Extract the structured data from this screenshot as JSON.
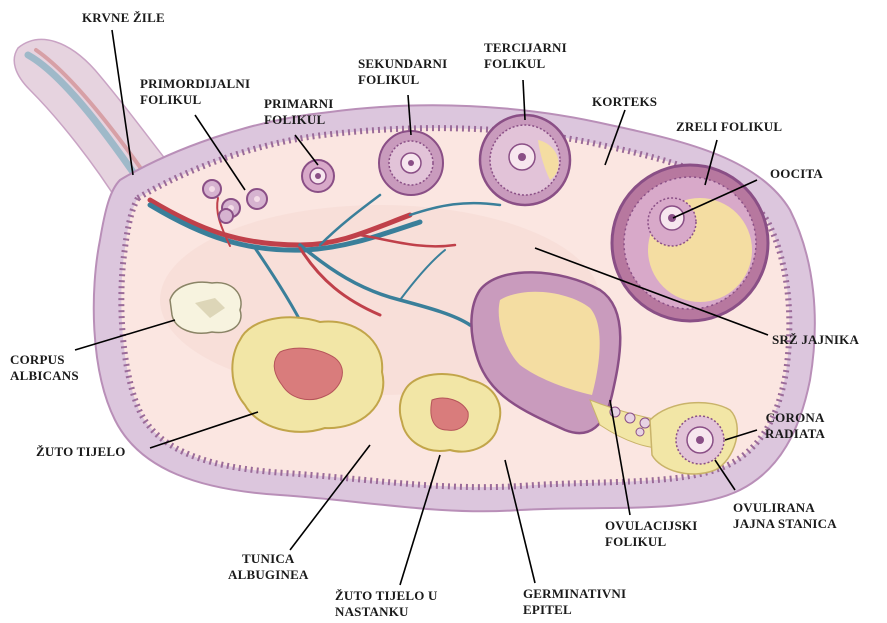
{
  "labels": {
    "krvne_zile": [
      "KRVNE ŽILE"
    ],
    "primordijalni": [
      "PRIMORDIJALNI",
      "FOLIKUL"
    ],
    "primarni": [
      "PRIMARNI",
      "FOLIKUL"
    ],
    "sekundarni": [
      "SEKUNDARNI",
      "FOLIKUL"
    ],
    "tercijarni": [
      "TERCIJARNI",
      "FOLIKUL"
    ],
    "korteks": [
      "KORTEKS"
    ],
    "zreli": [
      "ZRELI FOLIKUL"
    ],
    "oocita": [
      "OOCITA"
    ],
    "srz": [
      "SRŽ JAJNIKA"
    ],
    "corona": [
      "CORONA",
      "RADIATA"
    ],
    "ovulirana": [
      "OVULIRANA",
      "JAJNA STANICA"
    ],
    "ovulacijski": [
      "OVULACIJSKI",
      "FOLIKUL"
    ],
    "germinativni": [
      "GERMINATIVNI",
      "EPITEL"
    ],
    "zuto_nastanku": [
      "ŽUTO TIJELO U",
      "NASTANKU"
    ],
    "tunica": [
      "TUNICA",
      "ALBUGINEA"
    ],
    "zuto_tijelo": [
      "ŽUTO TIJELO"
    ],
    "corpus": [
      "CORPUS",
      "ALBICANS"
    ]
  },
  "colors": {
    "capsule": "#d9c2da",
    "capsule_edge": "#b98fb8",
    "cortex": "#f8e2dc",
    "follicle_purple": "#8a4f86",
    "granulosa": "#d8a9c9",
    "antrum": "#f4dda2",
    "corpus_luteum": "#f2e6a6",
    "corpus_luteum_center": "#d97c7c",
    "vessel_blue": "#3a7f9a",
    "vessel_red": "#c0404a",
    "leader": "#000000"
  }
}
